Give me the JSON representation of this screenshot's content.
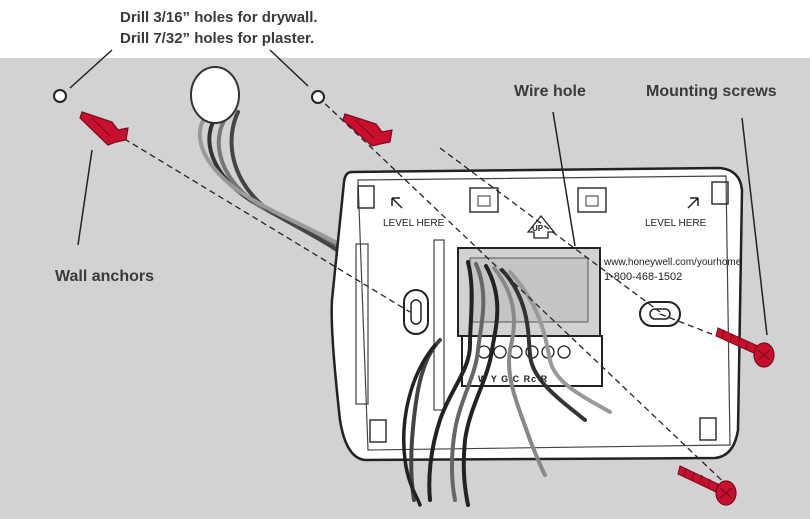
{
  "labels": {
    "drill_drywall": "Drill 3/16” holes for drywall.",
    "drill_plaster": "Drill 7/32” holes for plaster.",
    "wire_hole": "Wire hole",
    "mounting_screws": "Mounting screws",
    "wall_anchors": "Wall anchors"
  },
  "plate": {
    "level_left": "LEVEL HERE",
    "level_right": "LEVEL HERE",
    "up": "UP",
    "website": "www.honeywell.com/yourhome",
    "phone": "1-800-468-1502",
    "terminals": "W Y G C Rc R"
  },
  "colors": {
    "wall": "#d2d2d2",
    "plate": "#ffffff",
    "anchor_red": "#c8102e",
    "wire_gray": "#555555",
    "wire_black": "#222222",
    "label_text": "#3a3a3a"
  }
}
